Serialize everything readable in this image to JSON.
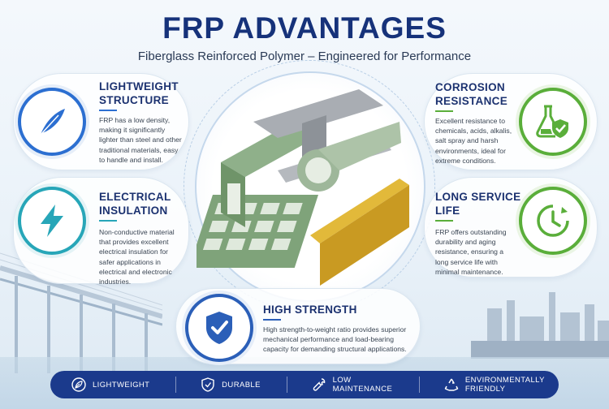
{
  "header": {
    "title": "FRP ADVANTAGES",
    "subtitle": "Fiberglass Reinforced Polymer – Engineered for Performance"
  },
  "features": {
    "lightweight": {
      "title_line1": "LIGHTWEIGHT",
      "title_line2": "STRUCTURE",
      "body": "FRP has a low density, making it significantly lighter than steel and other traditional materials, easy to handle and install.",
      "icon": "feather-icon",
      "accent": "#2c6fd1"
    },
    "electrical": {
      "title_line1": "ELECTRICAL",
      "title_line2": "INSULATION",
      "body": "Non-conductive material that provides excellent electrical insulation for safer applications in electrical and electronic industries.",
      "icon": "lightning-icon",
      "accent": "#27a6b8"
    },
    "strength": {
      "title": "HIGH STRENGTH",
      "body": "High strength-to-weight ratio provides superior mechanical performance and load-bearing capacity for demanding structural applications.",
      "icon": "shield-check-icon",
      "accent": "#2b5fb8"
    },
    "corrosion": {
      "title_line1": "CORROSION",
      "title_line2": "RESISTANCE",
      "body": "Excellent resistance to chemicals, acids, alkalis, salt spray and harsh environments, ideal for extreme conditions.",
      "icon": "flask-shield-icon",
      "accent": "#5aae3a"
    },
    "service": {
      "title_line1": "LONG SERVICE",
      "title_line2": "LIFE",
      "body": "FRP offers outstanding durability and aging resistance, ensuring a long service life with minimal maintenance.",
      "icon": "clock-icon",
      "accent": "#5aae3a"
    }
  },
  "bottom_bar": {
    "items": [
      {
        "label": "LIGHTWEIGHT",
        "icon": "leaf-icon"
      },
      {
        "label": "DURABLE",
        "icon": "shield-check-icon"
      },
      {
        "label": "LOW MAINTENANCE",
        "icon": "wrench-icon"
      },
      {
        "label": "ENVIRONMENTALLY FRIENDLY",
        "icon": "recycle-icon"
      }
    ],
    "background": "#1b3a8c"
  }
}
